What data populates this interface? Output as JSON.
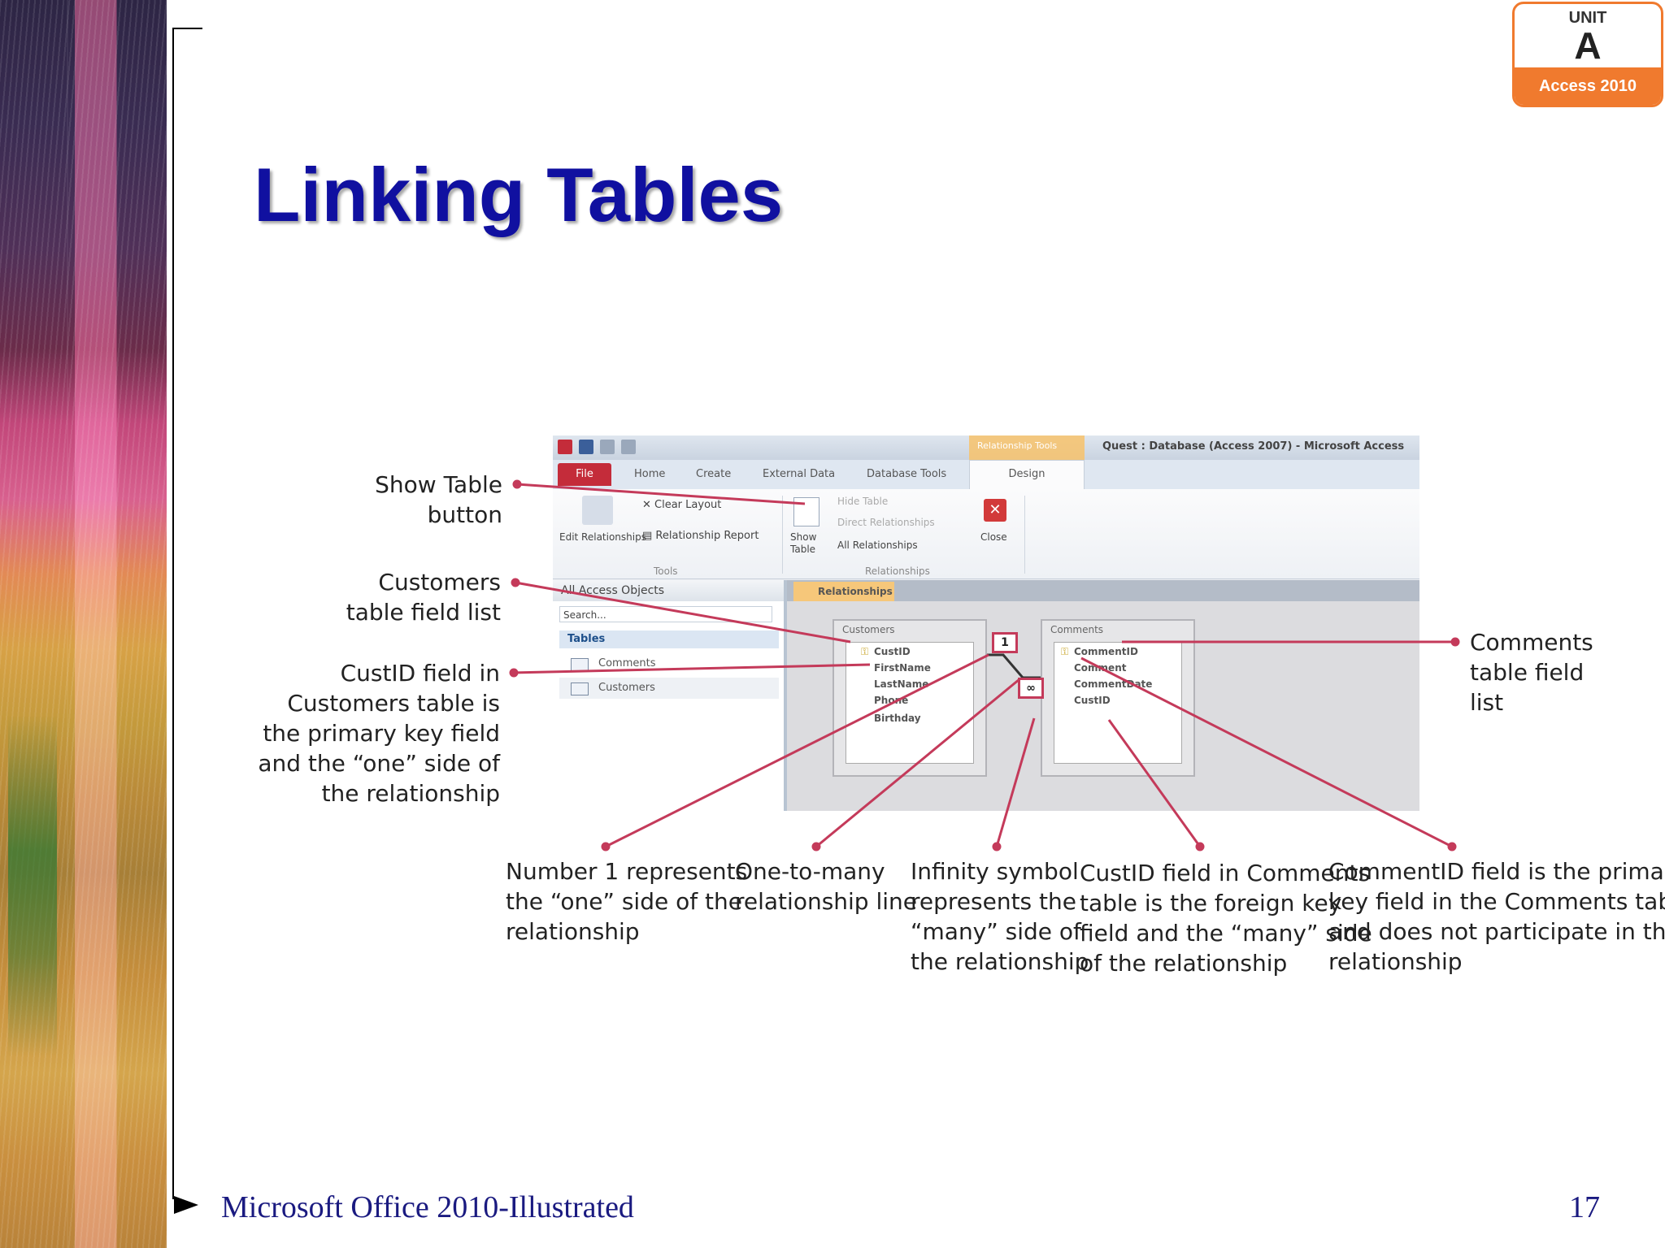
{
  "slide": {
    "title": "Linking Tables",
    "footer": "Microsoft Office 2010-Illustrated",
    "page_number": "17"
  },
  "badge": {
    "unit_label": "UNIT",
    "unit_letter": "A",
    "product": "Access 2010",
    "color": "#f07a2e"
  },
  "callouts": {
    "show_table": [
      "Show Table",
      "button"
    ],
    "customers_list": [
      "Customers",
      "table field list"
    ],
    "custid_pk": [
      "CustID field in",
      "Customers table is",
      "the primary key field",
      "and the “one” side of",
      "the relationship"
    ],
    "comments_list": [
      "Comments",
      "table field",
      "list"
    ],
    "number_one": [
      "Number 1 represents",
      "the “one” side of the",
      "relationship"
    ],
    "one_to_many": [
      "One-to-many",
      "relationship line"
    ],
    "infinity": [
      "Infinity symbol",
      "represents the",
      "“many” side of",
      "the relationship"
    ],
    "custid_fk": [
      "CustID field in Comments",
      "table is the foreign key",
      "field and the “many” side",
      "of the relationship"
    ],
    "commentid_pk": [
      "CommentID field is the primary",
      "key field in the Comments table",
      "and does not participate in the",
      "relationship"
    ]
  },
  "screenshot": {
    "context_tab": "Relationship Tools",
    "window_title": "Quest : Database (Access 2007) - Microsoft Access",
    "tabs": [
      "File",
      "Home",
      "Create",
      "External Data",
      "Database Tools",
      "Design"
    ],
    "ribbon": {
      "edit_relationships": "Edit Relationships",
      "clear_layout": "Clear Layout",
      "relationship_report": "Relationship Report",
      "tools_group": "Tools",
      "show_table": "Show Table",
      "hide_table": "Hide Table",
      "direct_relationships": "Direct Relationships",
      "all_relationships": "All Relationships",
      "close": "Close",
      "relationships_group": "Relationships"
    },
    "nav": {
      "header": "All Access Objects",
      "search_placeholder": "Search...",
      "group": "Tables",
      "items": [
        "Comments",
        "Customers"
      ]
    },
    "document_tab": "Relationships",
    "customers_table": {
      "name": "Customers",
      "fields": [
        "CustID",
        "FirstName",
        "LastName",
        "Phone",
        "Birthday"
      ]
    },
    "comments_table": {
      "name": "Comments",
      "fields": [
        "CommentID",
        "Comment",
        "CommentDate",
        "CustID"
      ]
    },
    "one_symbol": "1",
    "many_symbol": "∞",
    "leader_color": "#c43a5a"
  }
}
